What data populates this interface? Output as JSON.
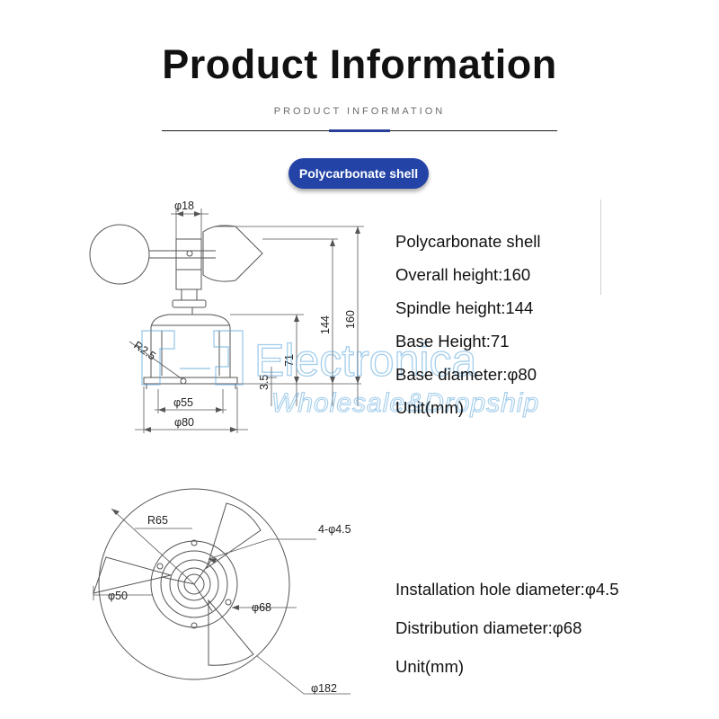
{
  "header": {
    "title": "Product Information",
    "subtitle": "PRODUCT INFORMATION"
  },
  "badge": {
    "label": "Polycarbonate shell"
  },
  "side_view": {
    "specs": [
      "Polycarbonate shell",
      "Overall height:160",
      "Spindle height:144",
      "Base Height:71",
      "Base diameter:φ80",
      "Unit(mm)"
    ],
    "dimensions": {
      "phi18": "φ18",
      "r25": "R2.5",
      "h144": "144",
      "h160": "160",
      "h71": "71",
      "h35": "3.5",
      "phi55": "φ55",
      "phi80": "φ80"
    }
  },
  "top_view": {
    "specs": [
      "Installation hole diameter:φ4.5",
      "Distribution diameter:φ68",
      "Unit(mm)"
    ],
    "dimensions": {
      "r65": "R65",
      "holes": "4-φ4.5",
      "phi50": "φ50",
      "phi68": "φ68",
      "phi182": "φ182"
    }
  },
  "watermark": {
    "line1": "Electronica",
    "line2": "Wholesale&Dropship"
  },
  "colors": {
    "accent": "#2344a6",
    "rule_accent": "#2a3f9a",
    "watermark": "#58a6dc",
    "drawing": "#555555"
  },
  "icons": [
    "watermark-logo-icon"
  ]
}
